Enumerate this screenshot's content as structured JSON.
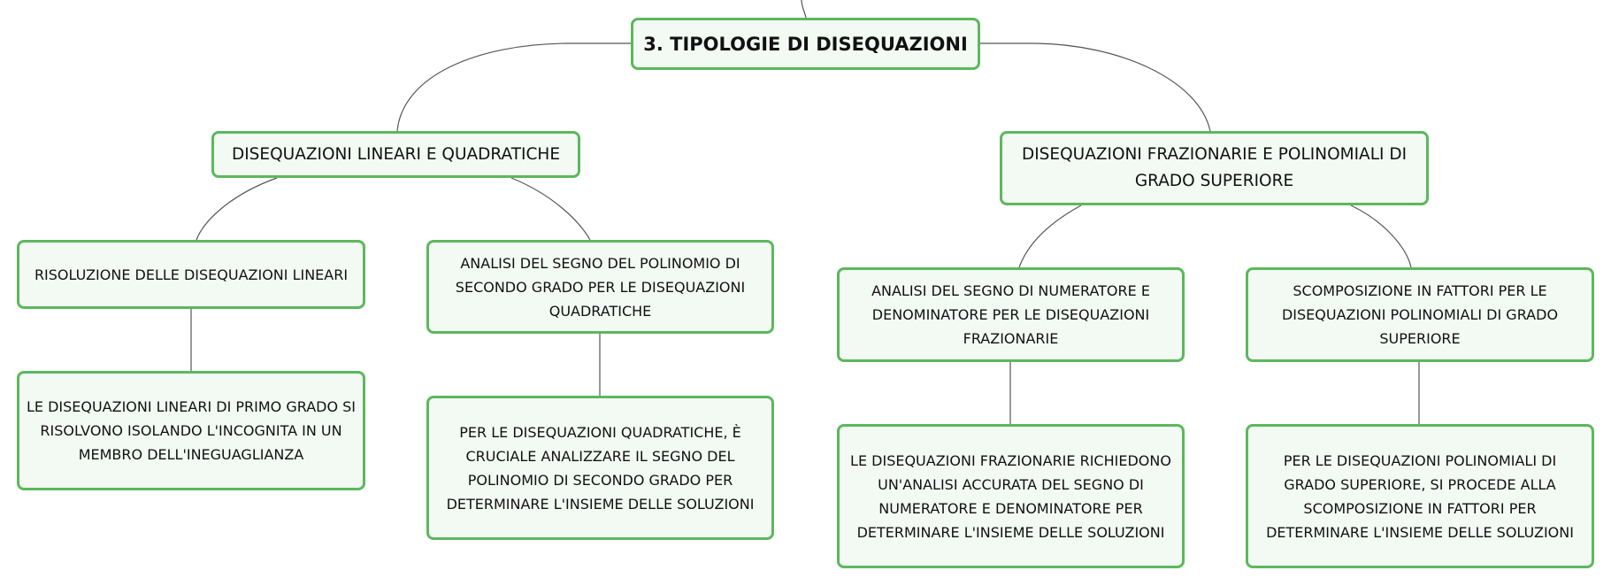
{
  "colors": {
    "border": "#5cb85c",
    "fill": "#f3faf4",
    "link": "#555555"
  },
  "root": {
    "label": "3. TIPOLOGIE DI DISEQUAZIONI"
  },
  "branches": [
    {
      "label": "DISEQUAZIONI LINEARI E QUADRATICHE",
      "children": [
        {
          "label": "RISOLUZIONE DELLE DISEQUAZIONI LINEARI",
          "detail": "LE DISEQUAZIONI LINEARI DI PRIMO GRADO SI RISOLVONO ISOLANDO L'INCOGNITA IN UN MEMBRO DELL'INEGUAGLIANZA"
        },
        {
          "label": "ANALISI DEL SEGNO DEL POLINOMIO DI SECONDO GRADO PER LE DISEQUAZIONI QUADRATICHE",
          "detail": "PER LE DISEQUAZIONI QUADRATICHE, È CRUCIALE ANALIZZARE IL SEGNO DEL POLINOMIO DI SECONDO GRADO PER DETERMINARE L'INSIEME DELLE SOLUZIONI"
        }
      ]
    },
    {
      "label": "DISEQUAZIONI FRAZIONARIE E POLINOMIALI DI GRADO SUPERIORE",
      "children": [
        {
          "label": "ANALISI DEL SEGNO DI NUMERATORE E DENOMINATORE PER LE DISEQUAZIONI FRAZIONARIE",
          "detail": "LE DISEQUAZIONI FRAZIONARIE RICHIEDONO UN'ANALISI ACCURATA DEL SEGNO DI NUMERATORE E DENOMINATORE PER DETERMINARE L'INSIEME DELLE SOLUZIONI"
        },
        {
          "label": "SCOMPOSIZIONE IN FATTORI PER LE DISEQUAZIONI POLINOMIALI DI GRADO SUPERIORE",
          "detail": "PER LE DISEQUAZIONI POLINOMIALI DI GRADO SUPERIORE, SI PROCEDE ALLA SCOMPOSIZIONE IN FATTORI PER DETERMINARE L'INSIEME DELLE SOLUZIONI"
        }
      ]
    }
  ]
}
